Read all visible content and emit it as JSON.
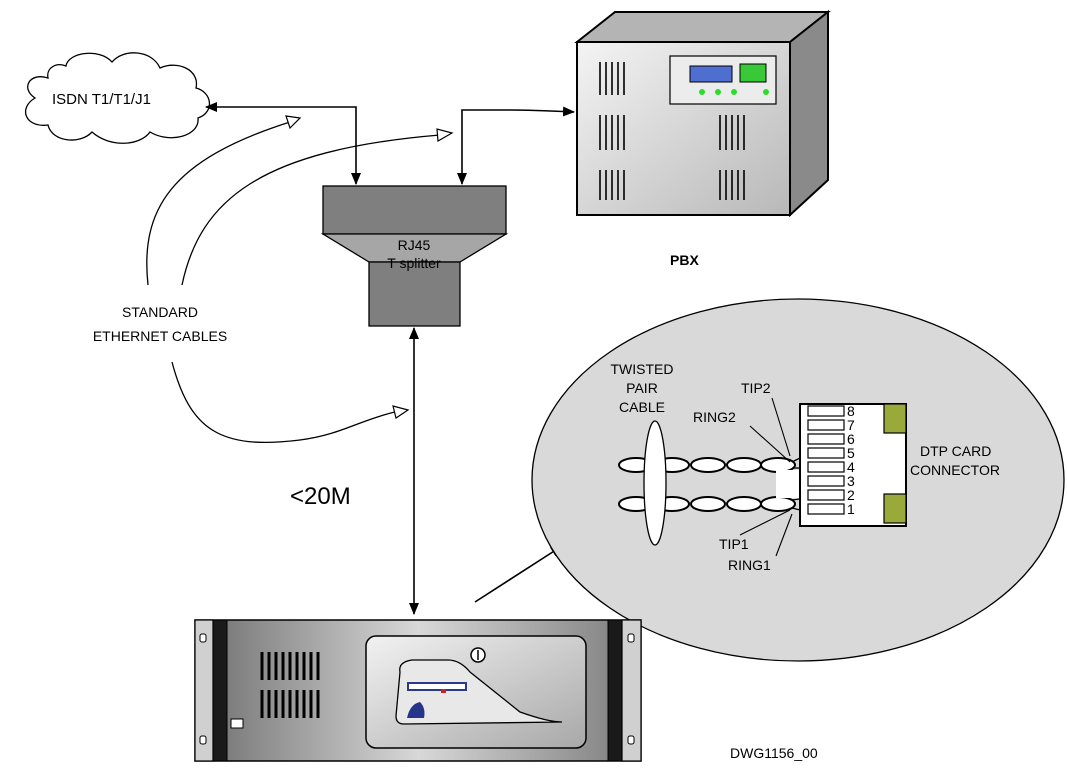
{
  "labels": {
    "cloud": "ISDN T1/T1/J1",
    "splitter_line1": "RJ45",
    "splitter_line2": "T splitter",
    "pbx": "PBX",
    "cables_line1": "STANDARD",
    "cables_line2": "ETHERNET CABLES",
    "distance": "<20M",
    "twisted_line1": "TWISTED",
    "twisted_line2": "PAIR",
    "twisted_line3": "CABLE",
    "tip2": "TIP2",
    "ring2": "RING2",
    "tip1": "TIP1",
    "ring1": "RING1",
    "dtp_line1": "DTP CARD",
    "dtp_line2": "CONNECTOR",
    "drawing_id": "DWG1156_00"
  },
  "connector_pins": [
    "8",
    "7",
    "6",
    "5",
    "4",
    "3",
    "2",
    "1"
  ],
  "colors": {
    "pbx_front": "#dcdcdc",
    "pbx_side": "#8a8a8a",
    "pbx_top": "#b4b4b4",
    "splitter": "#7f7f7f",
    "splitter_band": "#a6a6a6",
    "oval": "#d9d9d9",
    "connector_latch": "#9aaa3a",
    "led": "#2bdc2b",
    "display": "#4f6fd0",
    "screen": "#38c838"
  }
}
